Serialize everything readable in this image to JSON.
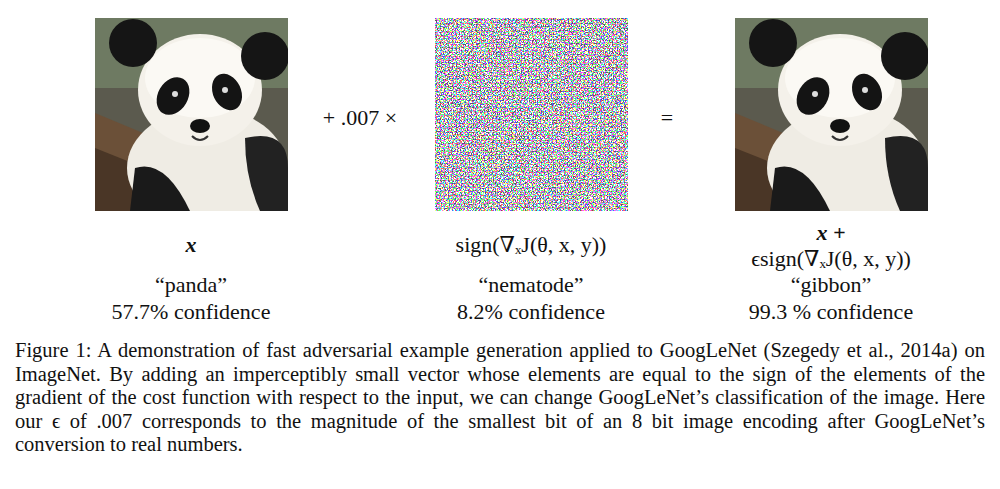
{
  "diagram": {
    "caption": "Figure 1:  A demonstration of fast adversarial example generation applied to GoogLeNet (Szegedy et al., 2014a) on ImageNet. By adding an imperceptibly small vector whose elements are equal to the sign of the elements of the gradient of the cost function with respect to the input, we can change GoogLeNet’s classification of the image. Here our ϵ of .007 corresponds to the magnitude of the smallest bit of an 8 bit image encoding after GoogLeNet’s conversion to real numbers.",
    "labels": [
      "+ .007 ×",
      "=",
      "x",
      "sign(∇ₓJ(θ, x, y))",
      "“panda”",
      "57.7% confidence",
      "“nematode”",
      "8.2% confidence",
      "x +",
      "ϵsign(∇ₓJ(θ, x, y))",
      "“gibbon”",
      "99.3 % confidence"
    ]
  }
}
